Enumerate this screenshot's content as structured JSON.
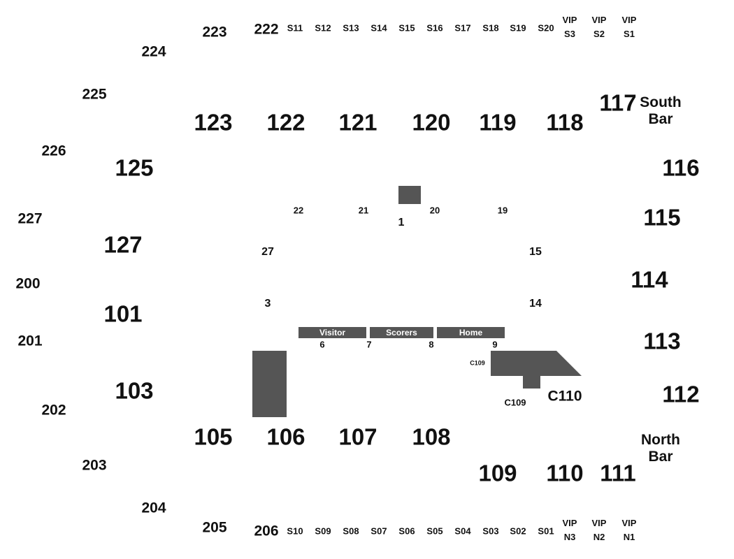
{
  "colors": {
    "shape_fill": "#555555",
    "text": "#111111",
    "background": "#ffffff"
  },
  "upper_sections": {
    "s222": "222",
    "s223": "223",
    "s224": "224",
    "s225": "225",
    "s226": "226",
    "s227": "227",
    "s200": "200",
    "s201": "201",
    "s202": "202",
    "s203": "203",
    "s204": "204",
    "s205": "205",
    "s206": "206"
  },
  "lower_sections": {
    "s123": "123",
    "s122": "122",
    "s121": "121",
    "s120": "120",
    "s119": "119",
    "s118": "118",
    "s117": "117",
    "s125": "125",
    "s116": "116",
    "s127": "127",
    "s115": "115",
    "s114": "114",
    "s101": "101",
    "s113": "113",
    "s103": "103",
    "s112": "112",
    "s105": "105",
    "s106": "106",
    "s107": "107",
    "s108": "108",
    "s109": "109",
    "s110": "110",
    "s111": "111"
  },
  "suites_south": [
    "S11",
    "S12",
    "S13",
    "S14",
    "S15",
    "S16",
    "S17",
    "S18",
    "S19",
    "S20"
  ],
  "suites_north": [
    "S10",
    "S09",
    "S08",
    "S07",
    "S06",
    "S05",
    "S04",
    "S03",
    "S02",
    "S01"
  ],
  "vip_south": [
    {
      "line1": "VIP",
      "line2": "S3"
    },
    {
      "line1": "VIP",
      "line2": "S2"
    },
    {
      "line1": "VIP",
      "line2": "S1"
    }
  ],
  "vip_north": [
    {
      "line1": "VIP",
      "line2": "N3"
    },
    {
      "line1": "VIP",
      "line2": "N2"
    },
    {
      "line1": "VIP",
      "line2": "N1"
    }
  ],
  "bars": {
    "south": {
      "line1": "South",
      "line2": "Bar"
    },
    "north": {
      "line1": "North",
      "line2": "Bar"
    }
  },
  "floor_sections": {
    "f22": "22",
    "f21": "21",
    "f20": "20",
    "f19": "19",
    "f1": "1",
    "f27": "27",
    "f15": "15",
    "f3": "3",
    "f14": "14",
    "f6": "6",
    "f7": "7",
    "f8": "8",
    "f9": "9"
  },
  "benches": {
    "visitor": "Visitor",
    "scorers": "Scorers",
    "home": "Home"
  },
  "club": {
    "c109_small": "C109",
    "c109": "C109",
    "c110": "C110"
  }
}
